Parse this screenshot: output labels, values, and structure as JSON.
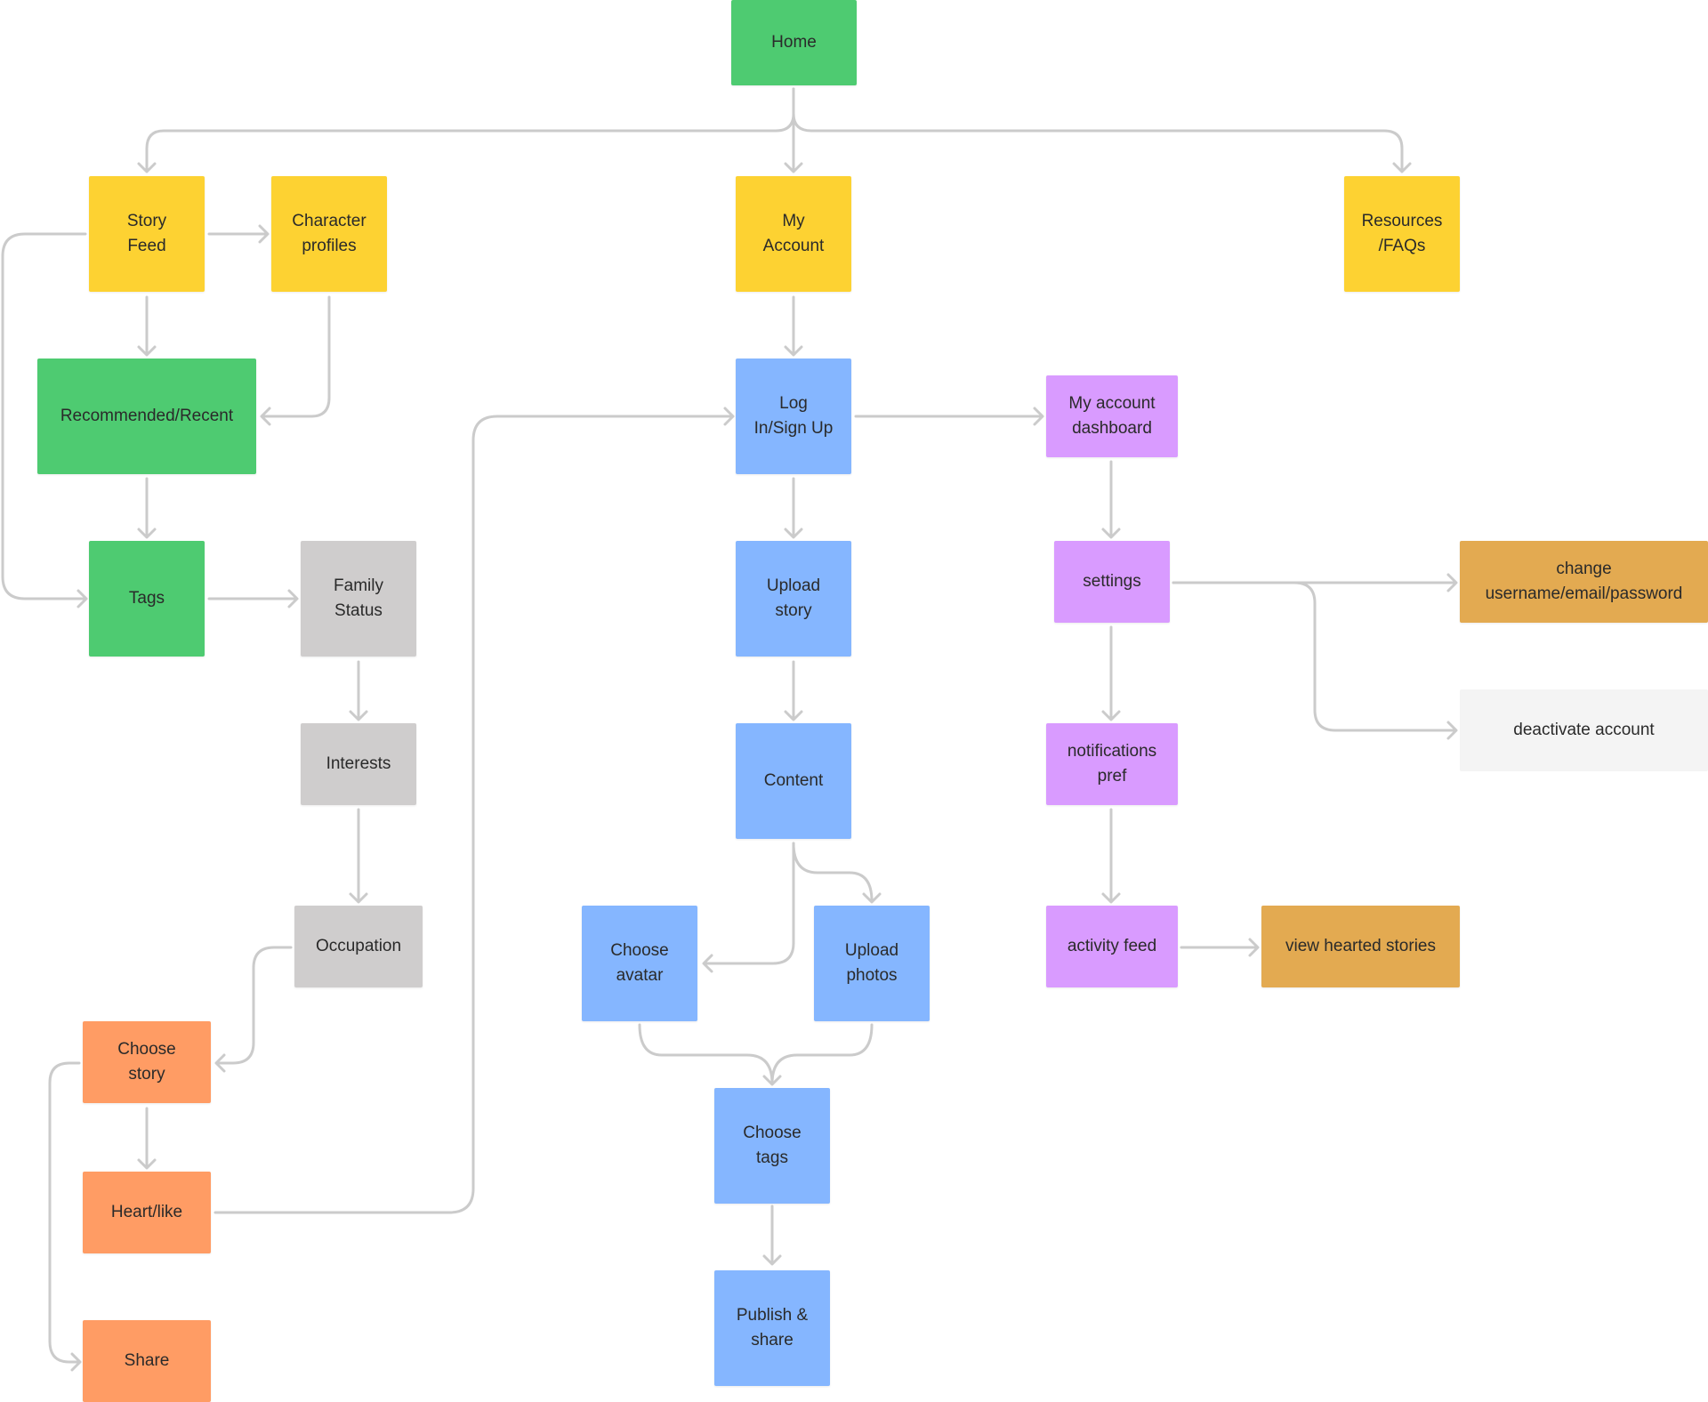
{
  "palette": {
    "green": "#4ecb71",
    "yellow": "#fdd232",
    "blue": "#85b6ff",
    "gray": "#cfcdcd",
    "orange": "#ff9c64",
    "purple": "#d99bff",
    "amber": "#e3aa51",
    "light": "#f4f4f4",
    "edge": "#cbcbcb"
  },
  "nodes": {
    "home": "Home",
    "story_feed": "Story\nFeed",
    "character_profiles": "Character\nprofiles",
    "my_account": "My\nAccount",
    "resources_faqs": "Resources\n/FAQs",
    "recommended_recent": "Recommended/Recent",
    "tags": "Tags",
    "family_status": "Family\nStatus",
    "interests": "Interests",
    "occupation": "Occupation",
    "choose_story": "Choose\nstory",
    "heart_like": "Heart/like",
    "share": "Share",
    "log_in_sign_up": "Log\nIn/Sign Up",
    "upload_story": "Upload\nstory",
    "content": "Content",
    "choose_avatar": "Choose\navatar",
    "upload_photos": "Upload\nphotos",
    "choose_tags": "Choose\ntags",
    "publish_share": "Publish &\nshare",
    "my_account_dashboard": "My account\ndashboard",
    "settings": "settings",
    "notifications_pref": "notifications\npref",
    "activity_feed": "activity feed",
    "change_credentials": "change\nusername/email/password",
    "deactivate_account": "deactivate account",
    "view_hearted_stories": "view hearted stories"
  }
}
